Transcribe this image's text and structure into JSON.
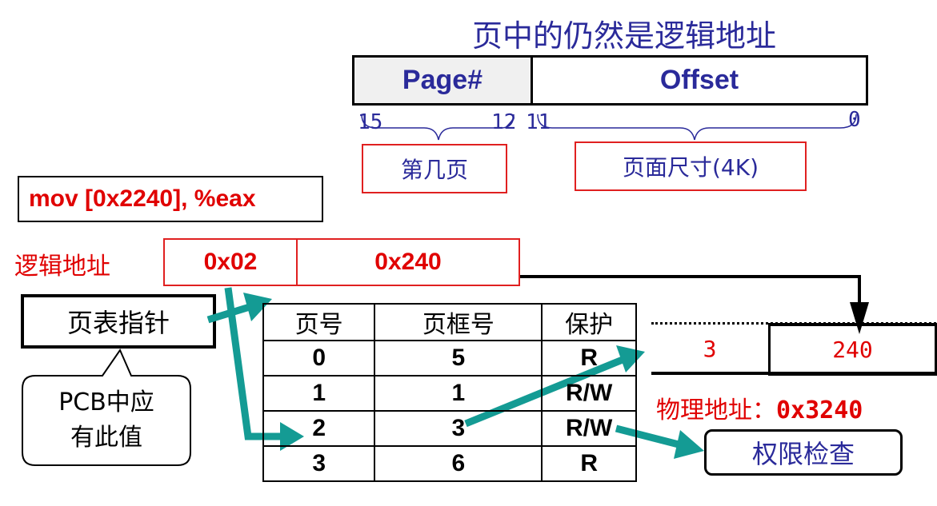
{
  "title": "页中的仍然是逻辑地址",
  "address_format": {
    "page_field": "Page#",
    "offset_field": "Offset",
    "bit_15": "15",
    "bit_12": "12",
    "bit_11": "11",
    "bit_0": "0",
    "page_field_note": "第几页",
    "offset_field_note": "页面尺寸(4K)"
  },
  "instruction": "mov [0x2240], %eax",
  "logical_address": {
    "label": "逻辑地址",
    "page": "0x02",
    "offset": "0x240"
  },
  "page_table_pointer": "页表指针",
  "pcb_note": [
    "PCB中应",
    "有此值"
  ],
  "page_table": {
    "headers": [
      "页号",
      "页框号",
      "保护"
    ],
    "rows": [
      [
        "0",
        "5",
        "R"
      ],
      [
        "1",
        "1",
        "R/W"
      ],
      [
        "2",
        "3",
        "R/W"
      ],
      [
        "3",
        "6",
        "R"
      ]
    ]
  },
  "physical_address": {
    "frame": "3",
    "offset": "240",
    "label_prefix": "物理地址：",
    "label_value": "0x3240"
  },
  "permission_check": "权限检查",
  "colors": {
    "title_blue": "#2a2a9a",
    "red": "#e00000",
    "teal_arrow": "#149b94",
    "black": "#000000"
  }
}
